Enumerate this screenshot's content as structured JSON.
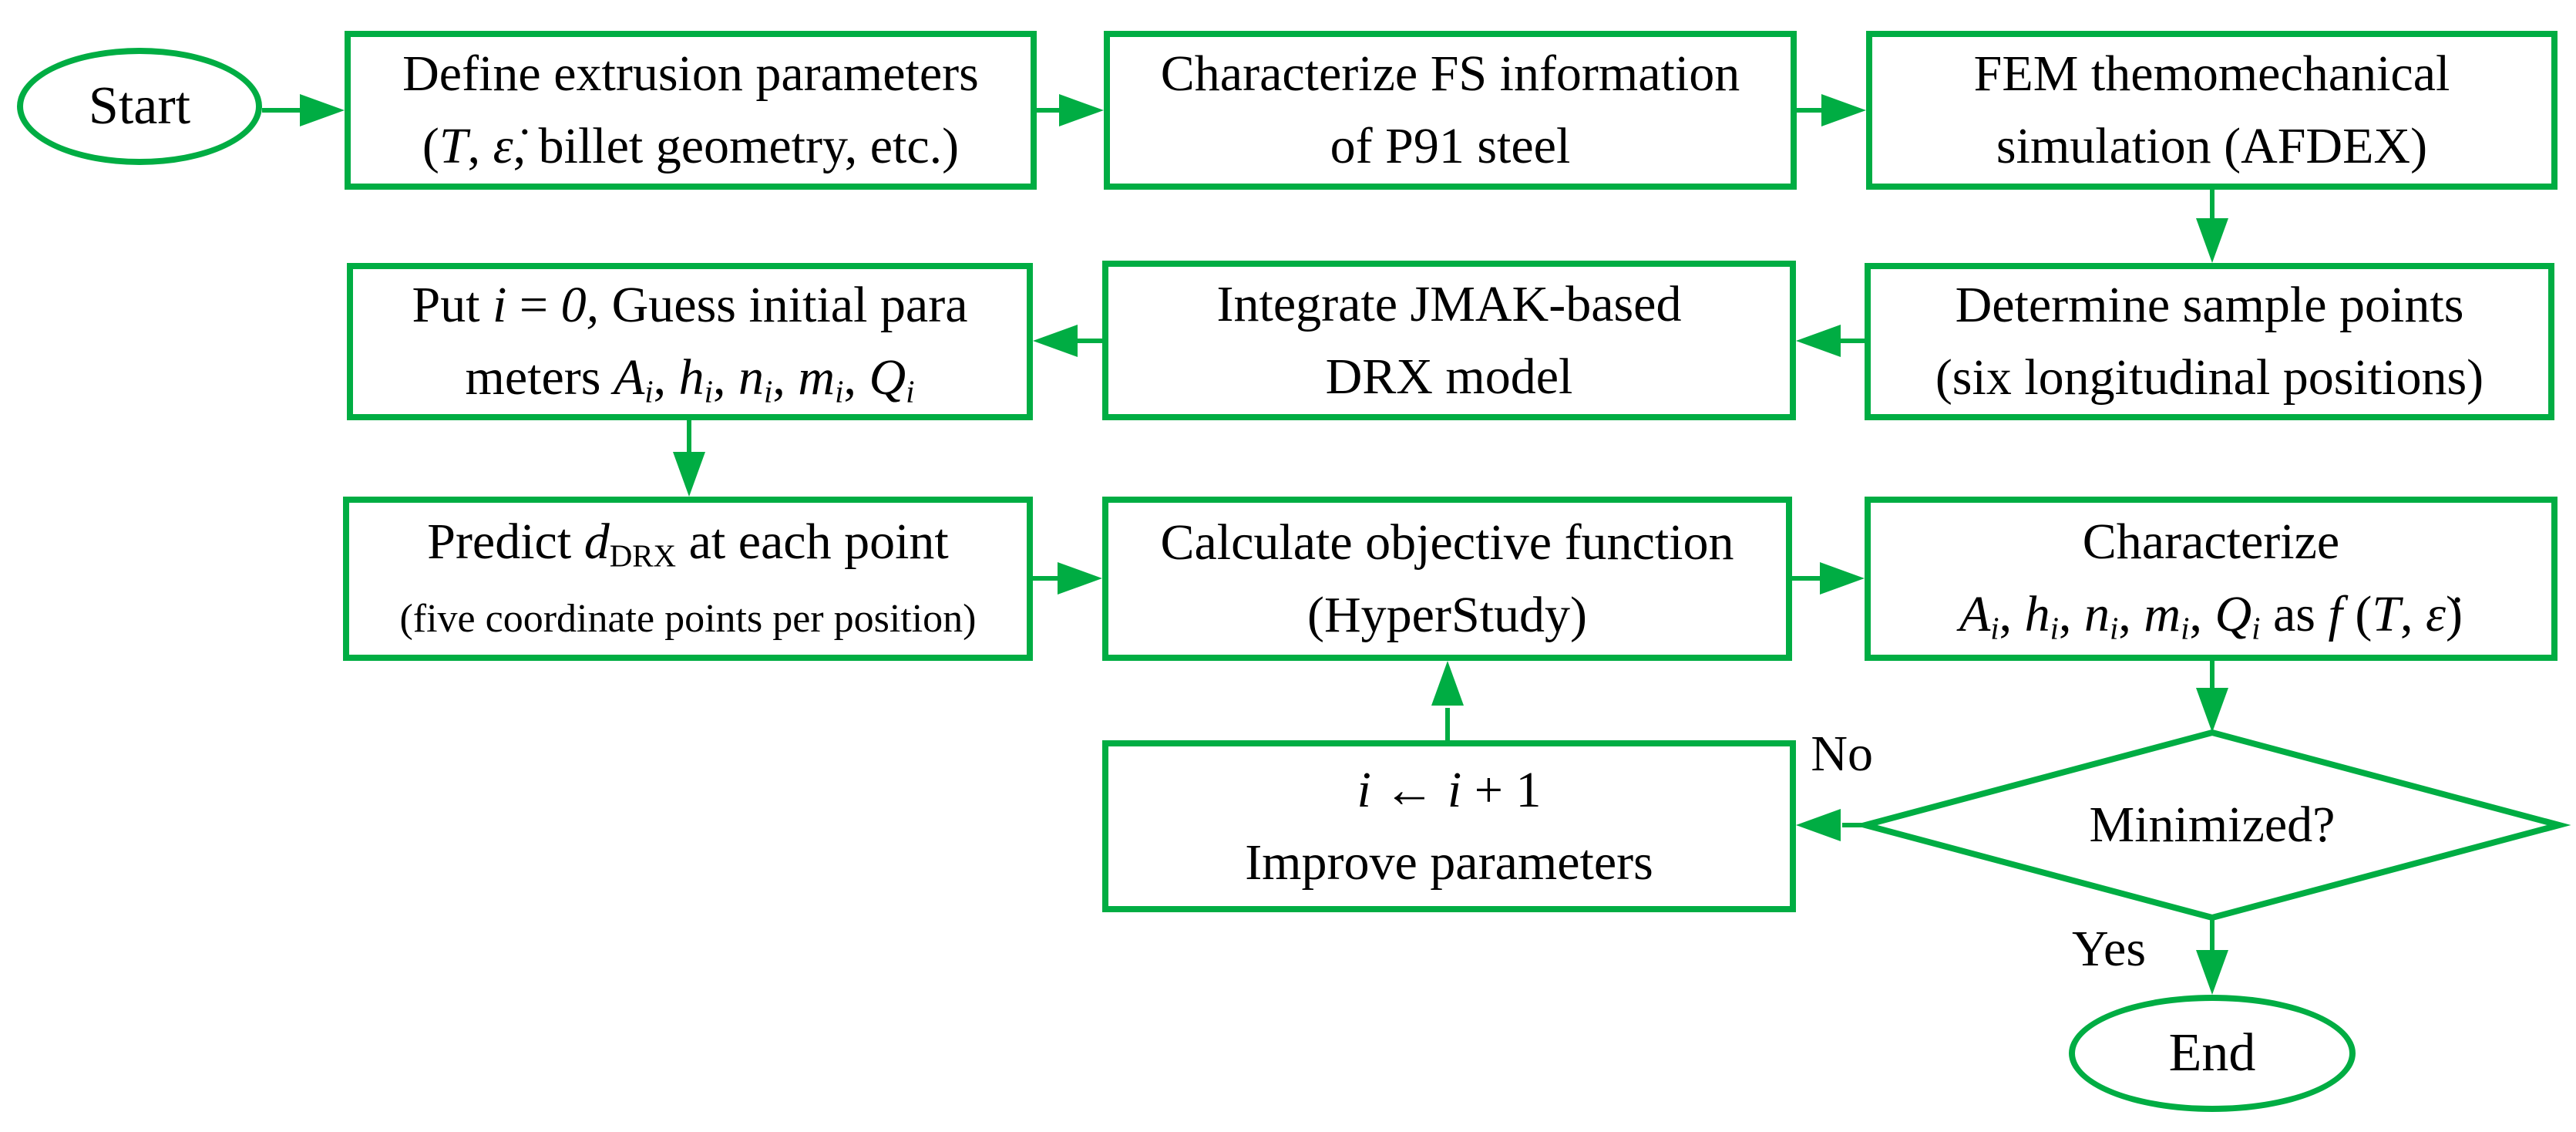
{
  "figure": {
    "type": "flowchart",
    "colors": {
      "accent_green": "#00ad43",
      "text": "#000000",
      "background": "#ffffff"
    },
    "terminators": {
      "start": {
        "label": "Start"
      },
      "end": {
        "label": "End"
      }
    },
    "decision": {
      "label": "Minimized?"
    },
    "edge_labels": {
      "no": "No",
      "yes": "Yes"
    },
    "boxes": {
      "define_params": {
        "line1": [
          {
            "t": "Define extrusion parameters"
          }
        ],
        "line2": [
          {
            "t": "("
          },
          {
            "t": "T",
            "i": 1
          },
          {
            "t": ", "
          },
          {
            "t": "ε̇",
            "i": 1
          },
          {
            "t": ", billet geometry, etc.)"
          }
        ]
      },
      "characterize_fs": {
        "line1": [
          {
            "t": "Characterize FS information"
          }
        ],
        "line2": [
          {
            "t": "of P91 steel"
          }
        ]
      },
      "fem_simulation": {
        "line1": [
          {
            "t": "FEM themomechanical"
          }
        ],
        "line2": [
          {
            "t": "simulation (AFDEX)"
          }
        ]
      },
      "determine_points": {
        "line1": [
          {
            "t": "Determine sample points"
          }
        ],
        "line2": [
          {
            "t": "(six longitudinal positions)"
          }
        ]
      },
      "integrate_jmak": {
        "line1": [
          {
            "t": "Integrate JMAK-based"
          }
        ],
        "line2": [
          {
            "t": "DRX model"
          }
        ]
      },
      "put_guess": {
        "line1": [
          {
            "t": "Put "
          },
          {
            "t": "i",
            "i": 1
          },
          {
            "t": " = "
          },
          {
            "t": "0,",
            "i": 1
          },
          {
            "t": " Guess initial para"
          }
        ],
        "line2": [
          {
            "t": "meters "
          },
          {
            "t": "A",
            "i": 1
          },
          {
            "t": "i",
            "i": 1,
            "sub": 1
          },
          {
            "t": ", "
          },
          {
            "t": "h",
            "i": 1
          },
          {
            "t": "i",
            "i": 1,
            "sub": 1
          },
          {
            "t": ", "
          },
          {
            "t": "n",
            "i": 1
          },
          {
            "t": "i",
            "i": 1,
            "sub": 1
          },
          {
            "t": ", "
          },
          {
            "t": "m",
            "i": 1
          },
          {
            "t": "i",
            "i": 1,
            "sub": 1
          },
          {
            "t": ", "
          },
          {
            "t": "Q",
            "i": 1
          },
          {
            "t": "i",
            "i": 1,
            "sub": 1
          }
        ]
      },
      "predict_drx": {
        "line1": [
          {
            "t": "Predict "
          },
          {
            "t": "d",
            "i": 1
          },
          {
            "t": "DRX",
            "sub": 1
          },
          {
            "t": " at each point"
          }
        ],
        "line2": [
          {
            "t": "(five coordinate points per position)",
            "small": 1
          }
        ]
      },
      "calculate_obj": {
        "line1": [
          {
            "t": "Calculate objective function"
          }
        ],
        "line2": [
          {
            "t": "(HyperStudy)"
          }
        ]
      },
      "characterize_params": {
        "line1": [
          {
            "t": "Characterize"
          }
        ],
        "line2": [
          {
            "t": "A",
            "i": 1
          },
          {
            "t": "i",
            "i": 1,
            "sub": 1
          },
          {
            "t": ", "
          },
          {
            "t": "h",
            "i": 1
          },
          {
            "t": "i",
            "i": 1,
            "sub": 1
          },
          {
            "t": ", "
          },
          {
            "t": "n",
            "i": 1
          },
          {
            "t": "i",
            "i": 1,
            "sub": 1
          },
          {
            "t": ", "
          },
          {
            "t": "m",
            "i": 1
          },
          {
            "t": "i",
            "i": 1,
            "sub": 1
          },
          {
            "t": ", "
          },
          {
            "t": "Q",
            "i": 1
          },
          {
            "t": "i",
            "i": 1,
            "sub": 1
          },
          {
            "t": " as "
          },
          {
            "t": "f",
            "i": 1
          },
          {
            "t": " ("
          },
          {
            "t": "T",
            "i": 1
          },
          {
            "t": ", "
          },
          {
            "t": "ε̇",
            "i": 1
          },
          {
            "t": ")"
          }
        ]
      },
      "improve_params": {
        "line1": [
          {
            "t": "i",
            "i": 1
          },
          {
            "t": " ← "
          },
          {
            "t": "i",
            "i": 1
          },
          {
            "t": " + 1"
          }
        ],
        "line2": [
          {
            "t": "Improve parameters"
          }
        ]
      }
    }
  }
}
